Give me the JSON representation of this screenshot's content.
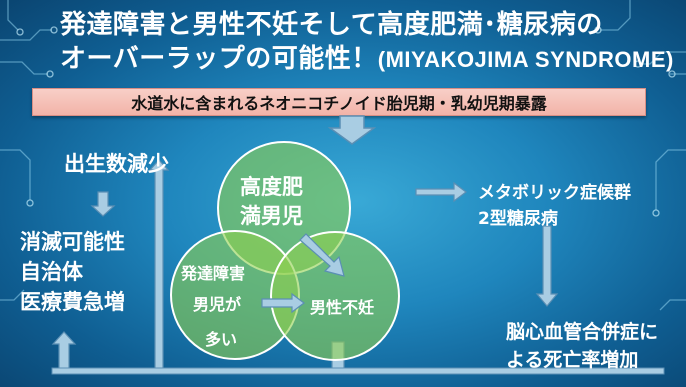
{
  "title": {
    "line1": "発達障害と男性不妊そして高度肥満･糖尿病の",
    "line2_jp": "オーバーラップの可能性！",
    "line2_en": "(MIYAKOJIMA SYNDROME)"
  },
  "banner": "水道水に含まれるネオニコチノイド胎児期・乳幼児期暴露",
  "left": {
    "top_label": "出生数減少",
    "outcome_lines": [
      "消滅可能性",
      "自治体",
      "医療費急増"
    ]
  },
  "venn": {
    "top_circle": [
      "高度肥",
      "満男児"
    ],
    "left_circle": [
      "発達障害",
      "男児が",
      "多い"
    ],
    "right_circle": "男性不妊"
  },
  "right": {
    "top_label_lines": [
      "メタボリック症候群",
      "2型糖尿病"
    ],
    "bottom_label_lines": [
      "脳心血管合併症に",
      "よる死亡率増加"
    ]
  },
  "colors": {
    "background": "#1f86bd",
    "banner_fill": "#f4bdb3",
    "arrow_fill": "#a9cde3",
    "arrow_stroke": "#5b8fb4",
    "circle_fill": "#8fd14f",
    "circle_stroke": "#ffffff",
    "text_white": "#ffffff"
  }
}
